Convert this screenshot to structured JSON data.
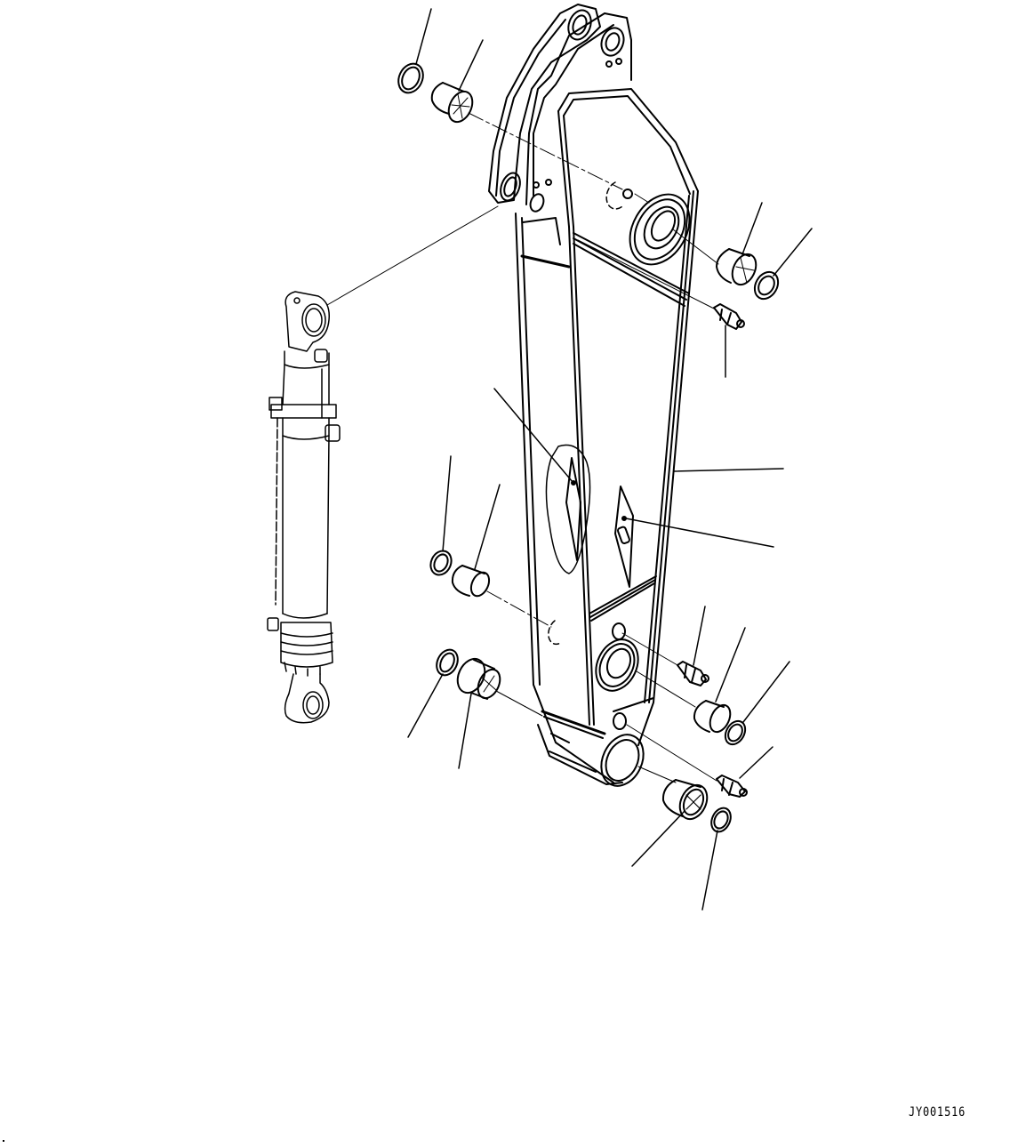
{
  "diagram": {
    "type": "exploded-parts-view",
    "subject": "excavator arm with arm cylinder",
    "drawing_id": "JY001516",
    "stroke_color": "#000000",
    "background_color": "#ffffff",
    "parts": [
      {
        "name": "arm",
        "label": ""
      },
      {
        "name": "arm-cylinder",
        "label": ""
      },
      {
        "name": "bushing-top",
        "label": ""
      },
      {
        "name": "seal-top",
        "label": ""
      },
      {
        "name": "bushing-upper-right",
        "label": ""
      },
      {
        "name": "seal-upper-right",
        "label": ""
      },
      {
        "name": "grease-fitting-upper",
        "label": ""
      },
      {
        "name": "plate-diamond-left",
        "label": ""
      },
      {
        "name": "plate-diamond-right",
        "label": ""
      },
      {
        "name": "seal-mid-left",
        "label": ""
      },
      {
        "name": "bushing-mid-left",
        "label": ""
      },
      {
        "name": "seal-lower-left",
        "label": ""
      },
      {
        "name": "bushing-lower-left",
        "label": ""
      },
      {
        "name": "grease-fitting-middle",
        "label": ""
      },
      {
        "name": "bushing-lower-right",
        "label": ""
      },
      {
        "name": "seal-lower-right",
        "label": ""
      },
      {
        "name": "grease-fitting-lower",
        "label": ""
      },
      {
        "name": "bushing-bottom",
        "label": ""
      },
      {
        "name": "seal-bottom",
        "label": ""
      }
    ]
  }
}
